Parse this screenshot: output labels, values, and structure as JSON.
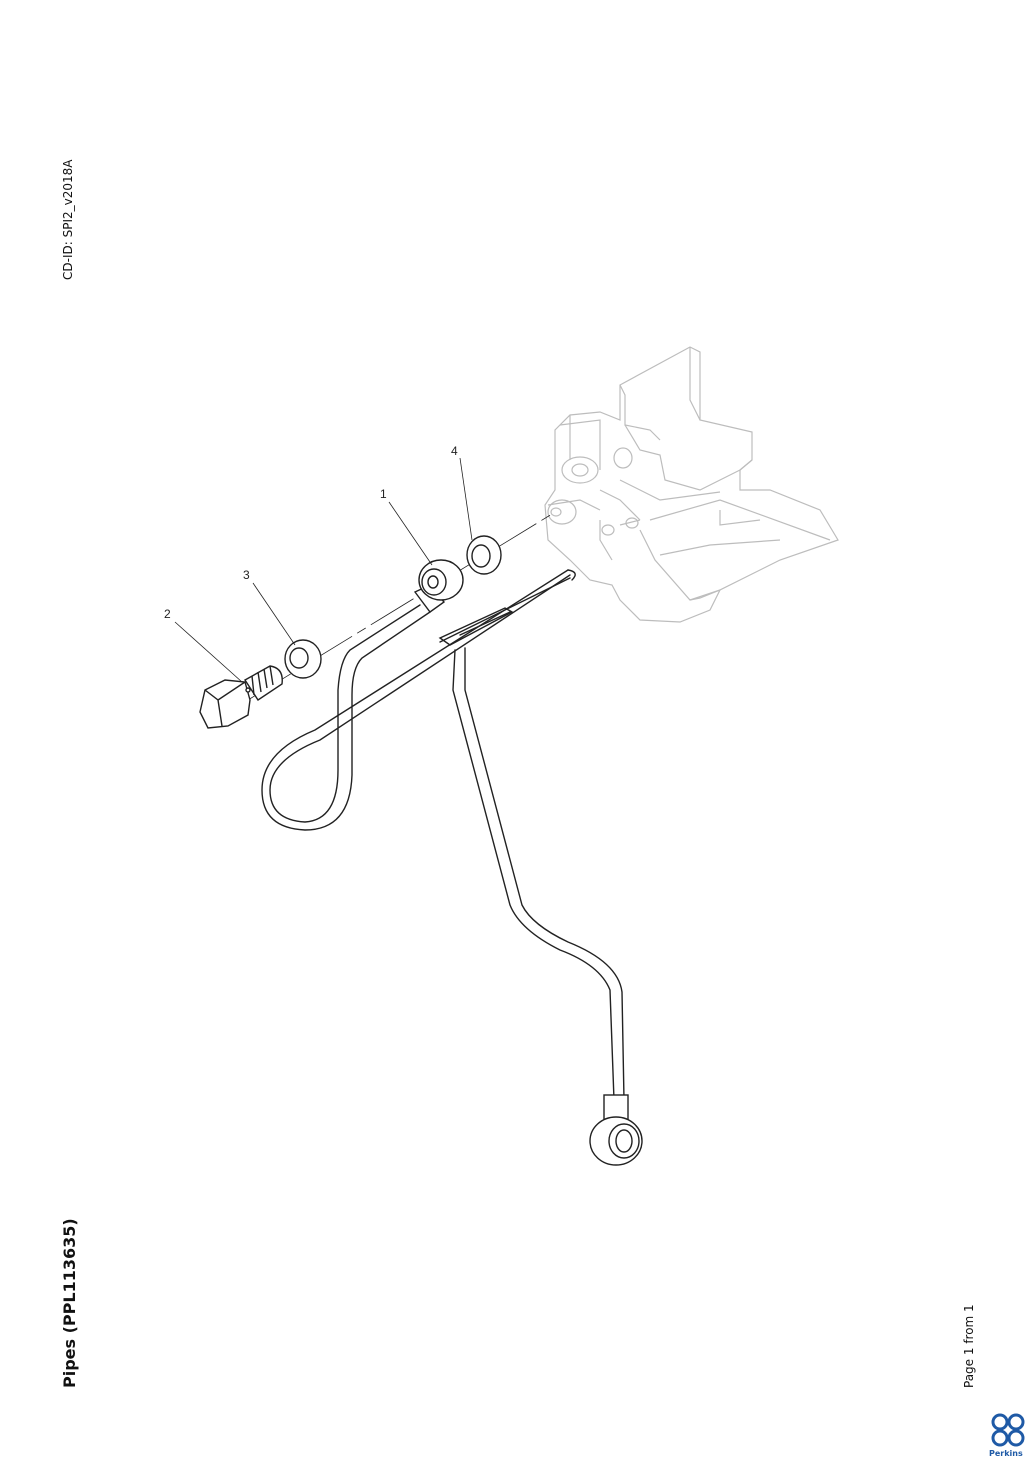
{
  "document": {
    "cd_id": "CD-ID: SPI2_v2018A",
    "title": "Pipes (PPL113635)",
    "page_indicator": "Page 1 from 1",
    "brand": "Perkins"
  },
  "callouts": [
    "1",
    "2",
    "3",
    "4"
  ],
  "colors": {
    "line": "#222222",
    "faded": "#bdbdbd",
    "brand": "#1f5aa6"
  }
}
